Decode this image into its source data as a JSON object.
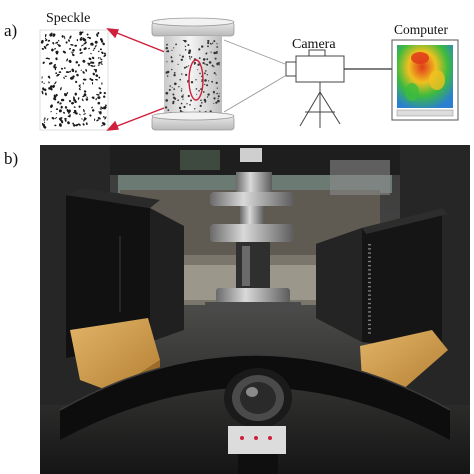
{
  "panel_a": {
    "label": "a)",
    "speckle_label": "Speckle",
    "camera_label": "Camera",
    "computer_label": "Computer"
  },
  "panel_b": {
    "label": "b)"
  },
  "colors": {
    "arrow": "#d01f3c",
    "sight_lines": "#9a9a9a",
    "photo_background": "#2b2b2b",
    "camera_body": "#121212",
    "wood_support": "#cf9c4a",
    "monitor_map_high": "#e03a1a",
    "monitor_map_low": "#2a7fd0"
  },
  "icons": [
    "speckle-pattern",
    "cylinder-specimen",
    "camera-icon",
    "tripod-icon",
    "computer-monitor-icon"
  ]
}
